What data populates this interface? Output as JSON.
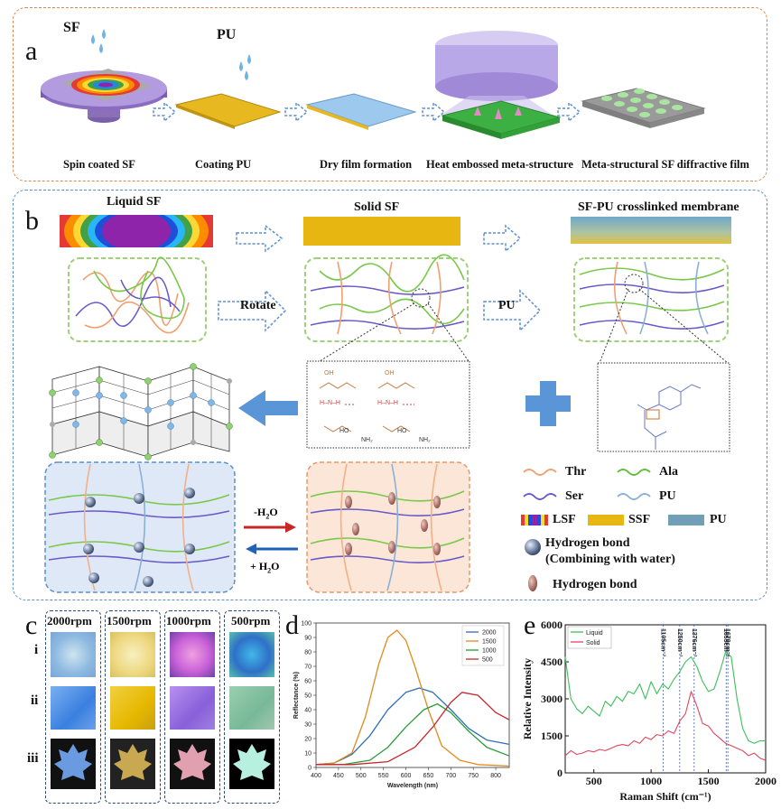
{
  "panel_a": {
    "letter": "a",
    "sf_label": "SF",
    "pu_label": "PU",
    "steps": [
      "Spin coated SF",
      "Coating PU",
      "Dry film formation",
      "Heat embossed meta-structure",
      "Meta-structural SF diffractive film"
    ]
  },
  "panel_b": {
    "letter": "b",
    "liquid_sf": "Liquid SF",
    "solid_sf": "Solid SF",
    "crosslinked": "SF-PU crosslinked membrane",
    "rotate": "Rotate",
    "pu": "PU",
    "minus_h2o": "-H",
    "minus_h2o_sub": "2",
    "minus_h2o_end": "O",
    "plus_h2o": "+ H",
    "plus_h2o_sub": "2",
    "plus_h2o_end": "O",
    "legend": {
      "thr": "Thr",
      "ala": "Ala",
      "ser": "Ser",
      "pu": "PU",
      "lsf": "LSF",
      "ssf": "SSF",
      "pu_film": "PU",
      "hbond_water": "Hydrogen bond",
      "hbond_water_2": "(Combining with water)",
      "hbond": "Hydrogen bond"
    },
    "chem": {
      "oh": "OH",
      "hnh": "H–N–H",
      "nh2": "NH₂",
      "ho": "HO"
    }
  },
  "panel_c": {
    "letter": "c",
    "columns": [
      "2000rpm",
      "1500rpm",
      "1000rpm",
      "500rpm"
    ],
    "rows": [
      "i",
      "ii",
      "iii"
    ]
  },
  "panel_d": {
    "letter": "d",
    "chart_data": {
      "type": "line",
      "xlabel": "Wavelength (nm)",
      "ylabel": "Reflectance (%)",
      "xlim": [
        400,
        830
      ],
      "ylim": [
        0,
        100
      ],
      "xticks": [
        400,
        450,
        500,
        550,
        600,
        650,
        700,
        750,
        800
      ],
      "yticks": [
        0,
        10,
        20,
        30,
        40,
        50,
        60,
        70,
        80,
        90,
        100
      ],
      "legend_position": "top-right",
      "series": [
        {
          "name": "2000",
          "color": "#2f6db5",
          "x": [
            400,
            440,
            480,
            520,
            560,
            600,
            630,
            660,
            700,
            740,
            780,
            830
          ],
          "y": [
            2,
            3,
            9,
            22,
            40,
            52,
            55,
            52,
            40,
            27,
            19,
            16
          ]
        },
        {
          "name": "1500",
          "color": "#e08a1e",
          "x": [
            400,
            440,
            480,
            510,
            540,
            560,
            580,
            600,
            620,
            650,
            680,
            720,
            760,
            830
          ],
          "y": [
            2,
            3,
            10,
            35,
            72,
            90,
            95,
            88,
            70,
            40,
            15,
            5,
            2,
            1
          ]
        },
        {
          "name": "1000",
          "color": "#2a9a3a",
          "x": [
            400,
            460,
            520,
            560,
            600,
            640,
            670,
            700,
            740,
            780,
            830
          ],
          "y": [
            2,
            2,
            5,
            14,
            28,
            40,
            44,
            38,
            25,
            14,
            8
          ]
        },
        {
          "name": "500",
          "color": "#c7262c",
          "x": [
            400,
            480,
            560,
            620,
            660,
            700,
            725,
            760,
            800,
            830
          ],
          "y": [
            2,
            2,
            4,
            14,
            28,
            45,
            52,
            50,
            38,
            33
          ]
        }
      ]
    }
  },
  "panel_e": {
    "letter": "e",
    "chart_data": {
      "type": "line",
      "xlabel": "Raman Shift  (cm⁻¹)",
      "ylabel": "Relative Intensity",
      "xlim": [
        250,
        2000
      ],
      "ylim": [
        0,
        6000
      ],
      "xticks": [
        500,
        1000,
        1500,
        2000
      ],
      "yticks": [
        0,
        1500,
        3000,
        4500,
        6000
      ],
      "legend_position": "top-left",
      "annotations": [
        "1105cm⁻¹",
        "1250cm⁻¹",
        "1376cm⁻¹",
        "1655cm⁻¹",
        "1670cm⁻¹"
      ],
      "annotation_x": [
        1105,
        1250,
        1376,
        1655,
        1670
      ],
      "series": [
        {
          "name": "Liquid",
          "color": "#3dbf5a",
          "x": [
            250,
            300,
            350,
            400,
            450,
            500,
            550,
            600,
            650,
            700,
            750,
            800,
            850,
            900,
            950,
            1000,
            1050,
            1100,
            1150,
            1200,
            1250,
            1300,
            1350,
            1400,
            1450,
            1500,
            1550,
            1600,
            1650,
            1700,
            1750,
            1800,
            1850,
            1900,
            1950,
            2000
          ],
          "y": [
            4700,
            3000,
            2600,
            2400,
            2700,
            2500,
            2300,
            2900,
            2700,
            3100,
            2900,
            3300,
            3200,
            3600,
            3000,
            3700,
            3200,
            3600,
            3400,
            3800,
            4100,
            4500,
            4700,
            4300,
            3700,
            3300,
            3400,
            4100,
            4900,
            4700,
            3000,
            1800,
            1300,
            1200,
            1300,
            1300
          ]
        },
        {
          "name": "Solid",
          "color": "#e0465e",
          "x": [
            250,
            300,
            350,
            400,
            450,
            500,
            550,
            600,
            650,
            700,
            750,
            800,
            850,
            900,
            950,
            1000,
            1050,
            1100,
            1150,
            1200,
            1250,
            1300,
            1350,
            1400,
            1450,
            1500,
            1550,
            1600,
            1650,
            1700,
            1750,
            1800,
            1850,
            1900,
            1950,
            2000
          ],
          "y": [
            700,
            900,
            750,
            800,
            900,
            850,
            950,
            900,
            1000,
            1100,
            1150,
            1100,
            1300,
            1200,
            1450,
            1350,
            1550,
            1500,
            1700,
            1600,
            2100,
            2400,
            3300,
            2700,
            2000,
            1900,
            1600,
            1400,
            1200,
            1100,
            1000,
            900,
            700,
            800,
            600,
            500
          ]
        }
      ]
    }
  }
}
